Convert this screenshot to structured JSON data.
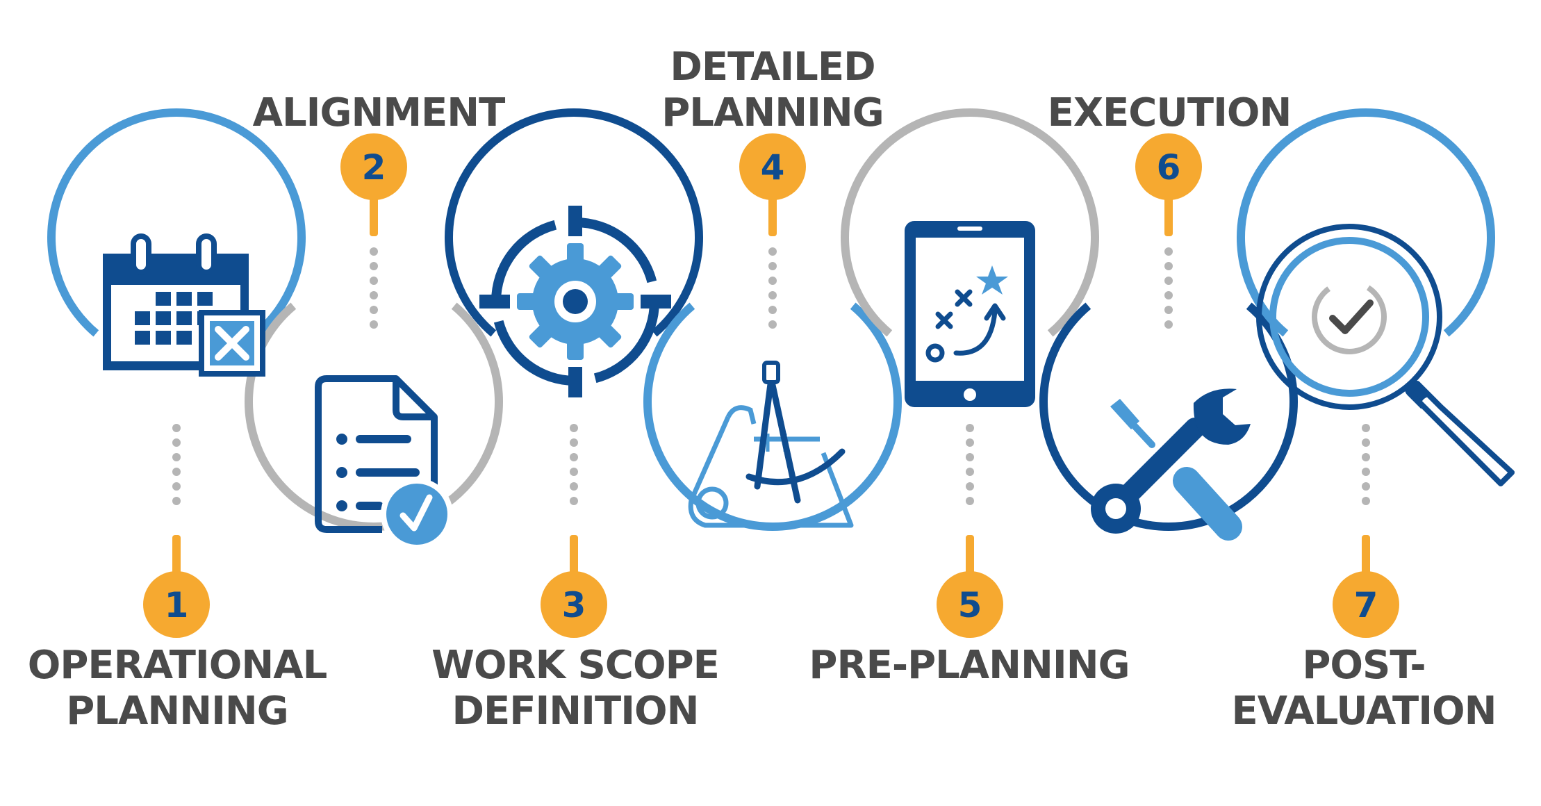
{
  "colors": {
    "dark_blue": "#0f4c8f",
    "light_blue": "#4a9ad6",
    "gray": "#b5b5b5",
    "orange": "#f6a930",
    "text": "#4a4a4a"
  },
  "steps": [
    {
      "number": "1",
      "title_lines": [
        "OPERATIONAL",
        "PLANNING"
      ],
      "icon": "calendar-icon",
      "ring_color": "light_blue"
    },
    {
      "number": "2",
      "title_lines": [
        "ALIGNMENT"
      ],
      "icon": "checklist-document-icon",
      "ring_color": "gray"
    },
    {
      "number": "3",
      "title_lines": [
        "WORK SCOPE",
        "DEFINITION"
      ],
      "icon": "gear-target-icon",
      "ring_color": "dark_blue"
    },
    {
      "number": "4",
      "title_lines": [
        "DETAILED",
        "PLANNING"
      ],
      "icon": "blueprint-compass-icon",
      "ring_color": "light_blue"
    },
    {
      "number": "5",
      "title_lines": [
        "PRE-PLANNING"
      ],
      "icon": "tablet-strategy-icon",
      "ring_color": "gray"
    },
    {
      "number": "6",
      "title_lines": [
        "EXECUTION"
      ],
      "icon": "wrench-screwdriver-icon",
      "ring_color": "dark_blue"
    },
    {
      "number": "7",
      "title_lines": [
        "POST-",
        "EVALUATION"
      ],
      "icon": "magnifier-check-icon",
      "ring_color": "light_blue"
    }
  ]
}
